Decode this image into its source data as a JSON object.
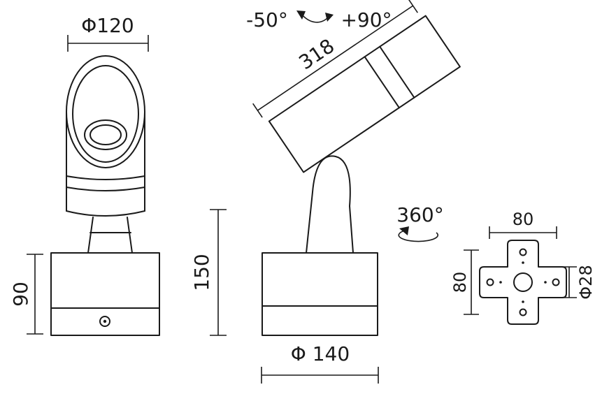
{
  "drawing": {
    "title": "luminaire-dimension-drawing",
    "colors": {
      "line": "#1a1a1a",
      "background": "#ffffff"
    },
    "front_view": {
      "diameter_label": "Φ120",
      "base_height_label": "90"
    },
    "side_view": {
      "tilt_min_label": "-50°",
      "tilt_max_label": "+90°",
      "body_length_label": "318",
      "height_label": "150",
      "base_diameter_label": "Φ 140",
      "rotation_label": "360°"
    },
    "bracket_view": {
      "width_label": "80",
      "height_label": "80",
      "hole_diameter_label": "Φ28"
    }
  }
}
